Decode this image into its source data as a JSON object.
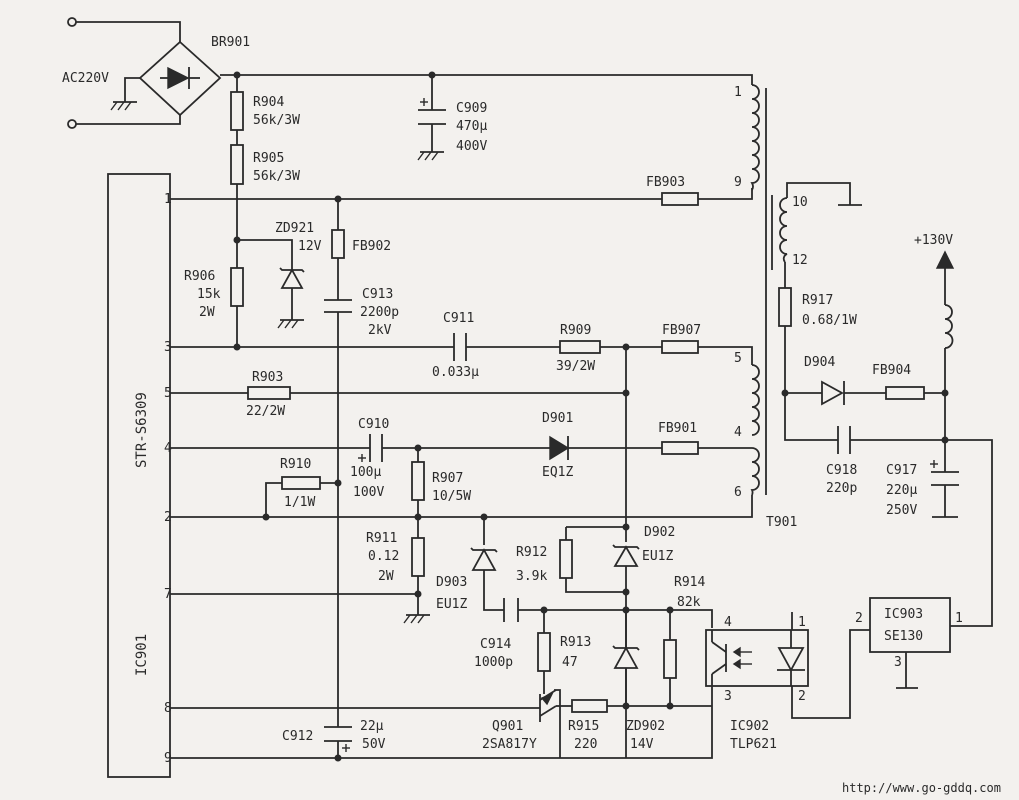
{
  "labels": {
    "ac": "AC220V",
    "br": "BR901",
    "r904": "R904",
    "r904v": "56k/3W",
    "r905": "R905",
    "r905v": "56k/3W",
    "c909": "C909",
    "c909v1": "470μ",
    "c909v2": "400V",
    "fb903": "FB903",
    "zd921": "ZD921",
    "zd921v": "12V",
    "fb902": "FB902",
    "r906": "R906",
    "r906v1": "15k",
    "r906v2": "2W",
    "c913": "C913",
    "c913v1": "2200p",
    "c913v2": "2kV",
    "c911": "C911",
    "c911v": "0.033μ",
    "r909": "R909",
    "r909v": "39/2W",
    "fb907": "FB907",
    "r903": "R903",
    "r903v": "22/2W",
    "c910": "C910",
    "c910v1": "100μ",
    "c910v2": "100V",
    "d901": "D901",
    "d901v": "EQ1Z",
    "fb901": "FB901",
    "r910": "R910",
    "r910v": "1/1W",
    "r907": "R907",
    "r907v": "10/5W",
    "r911": "R911",
    "r911v1": "0.12",
    "r911v2": "2W",
    "d902": "D902",
    "d902v": "EU1Z",
    "r912": "R912",
    "r912v": "3.9k",
    "d903": "D903",
    "d903v": "EU1Z",
    "c914": "C914",
    "c914v": "1000p",
    "r913": "R913",
    "r913v": "47",
    "r914": "R914",
    "r914v": "82k",
    "q901": "Q901",
    "q901v": "2SA817Y",
    "r915": "R915",
    "r915v": "220",
    "zd902": "ZD902",
    "zd902v": "14V",
    "ic902": "IC902",
    "ic902v": "TLP621",
    "c912": "C912",
    "c912v1": "22μ",
    "c912v2": "50V",
    "t901": "T901",
    "r917": "R917",
    "r917v": "0.68/1W",
    "d904": "D904",
    "fb904": "FB904",
    "c918": "C918",
    "c918v": "220p",
    "c917": "C917",
    "c917v1": "220μ",
    "c917v2": "250V",
    "out": "+130V",
    "ic903": "IC903",
    "ic903v": "SE130",
    "ic901_ref": "IC901",
    "ic901_part": "STR-S6309",
    "url": "http://www.go-gddq.com"
  },
  "pins": {
    "ic901": [
      "1",
      "3",
      "5",
      "4",
      "2",
      "7",
      "8",
      "9"
    ],
    "t901_primary": [
      "1",
      "9",
      "5",
      "4",
      "6"
    ],
    "t901_secondary": [
      "10",
      "12"
    ],
    "ic902": [
      "4",
      "3",
      "1",
      "2"
    ],
    "ic903": [
      "2",
      "1",
      "3"
    ]
  },
  "colors": {
    "ink": "#2a2a2a",
    "paper": "#f3f1ee"
  }
}
